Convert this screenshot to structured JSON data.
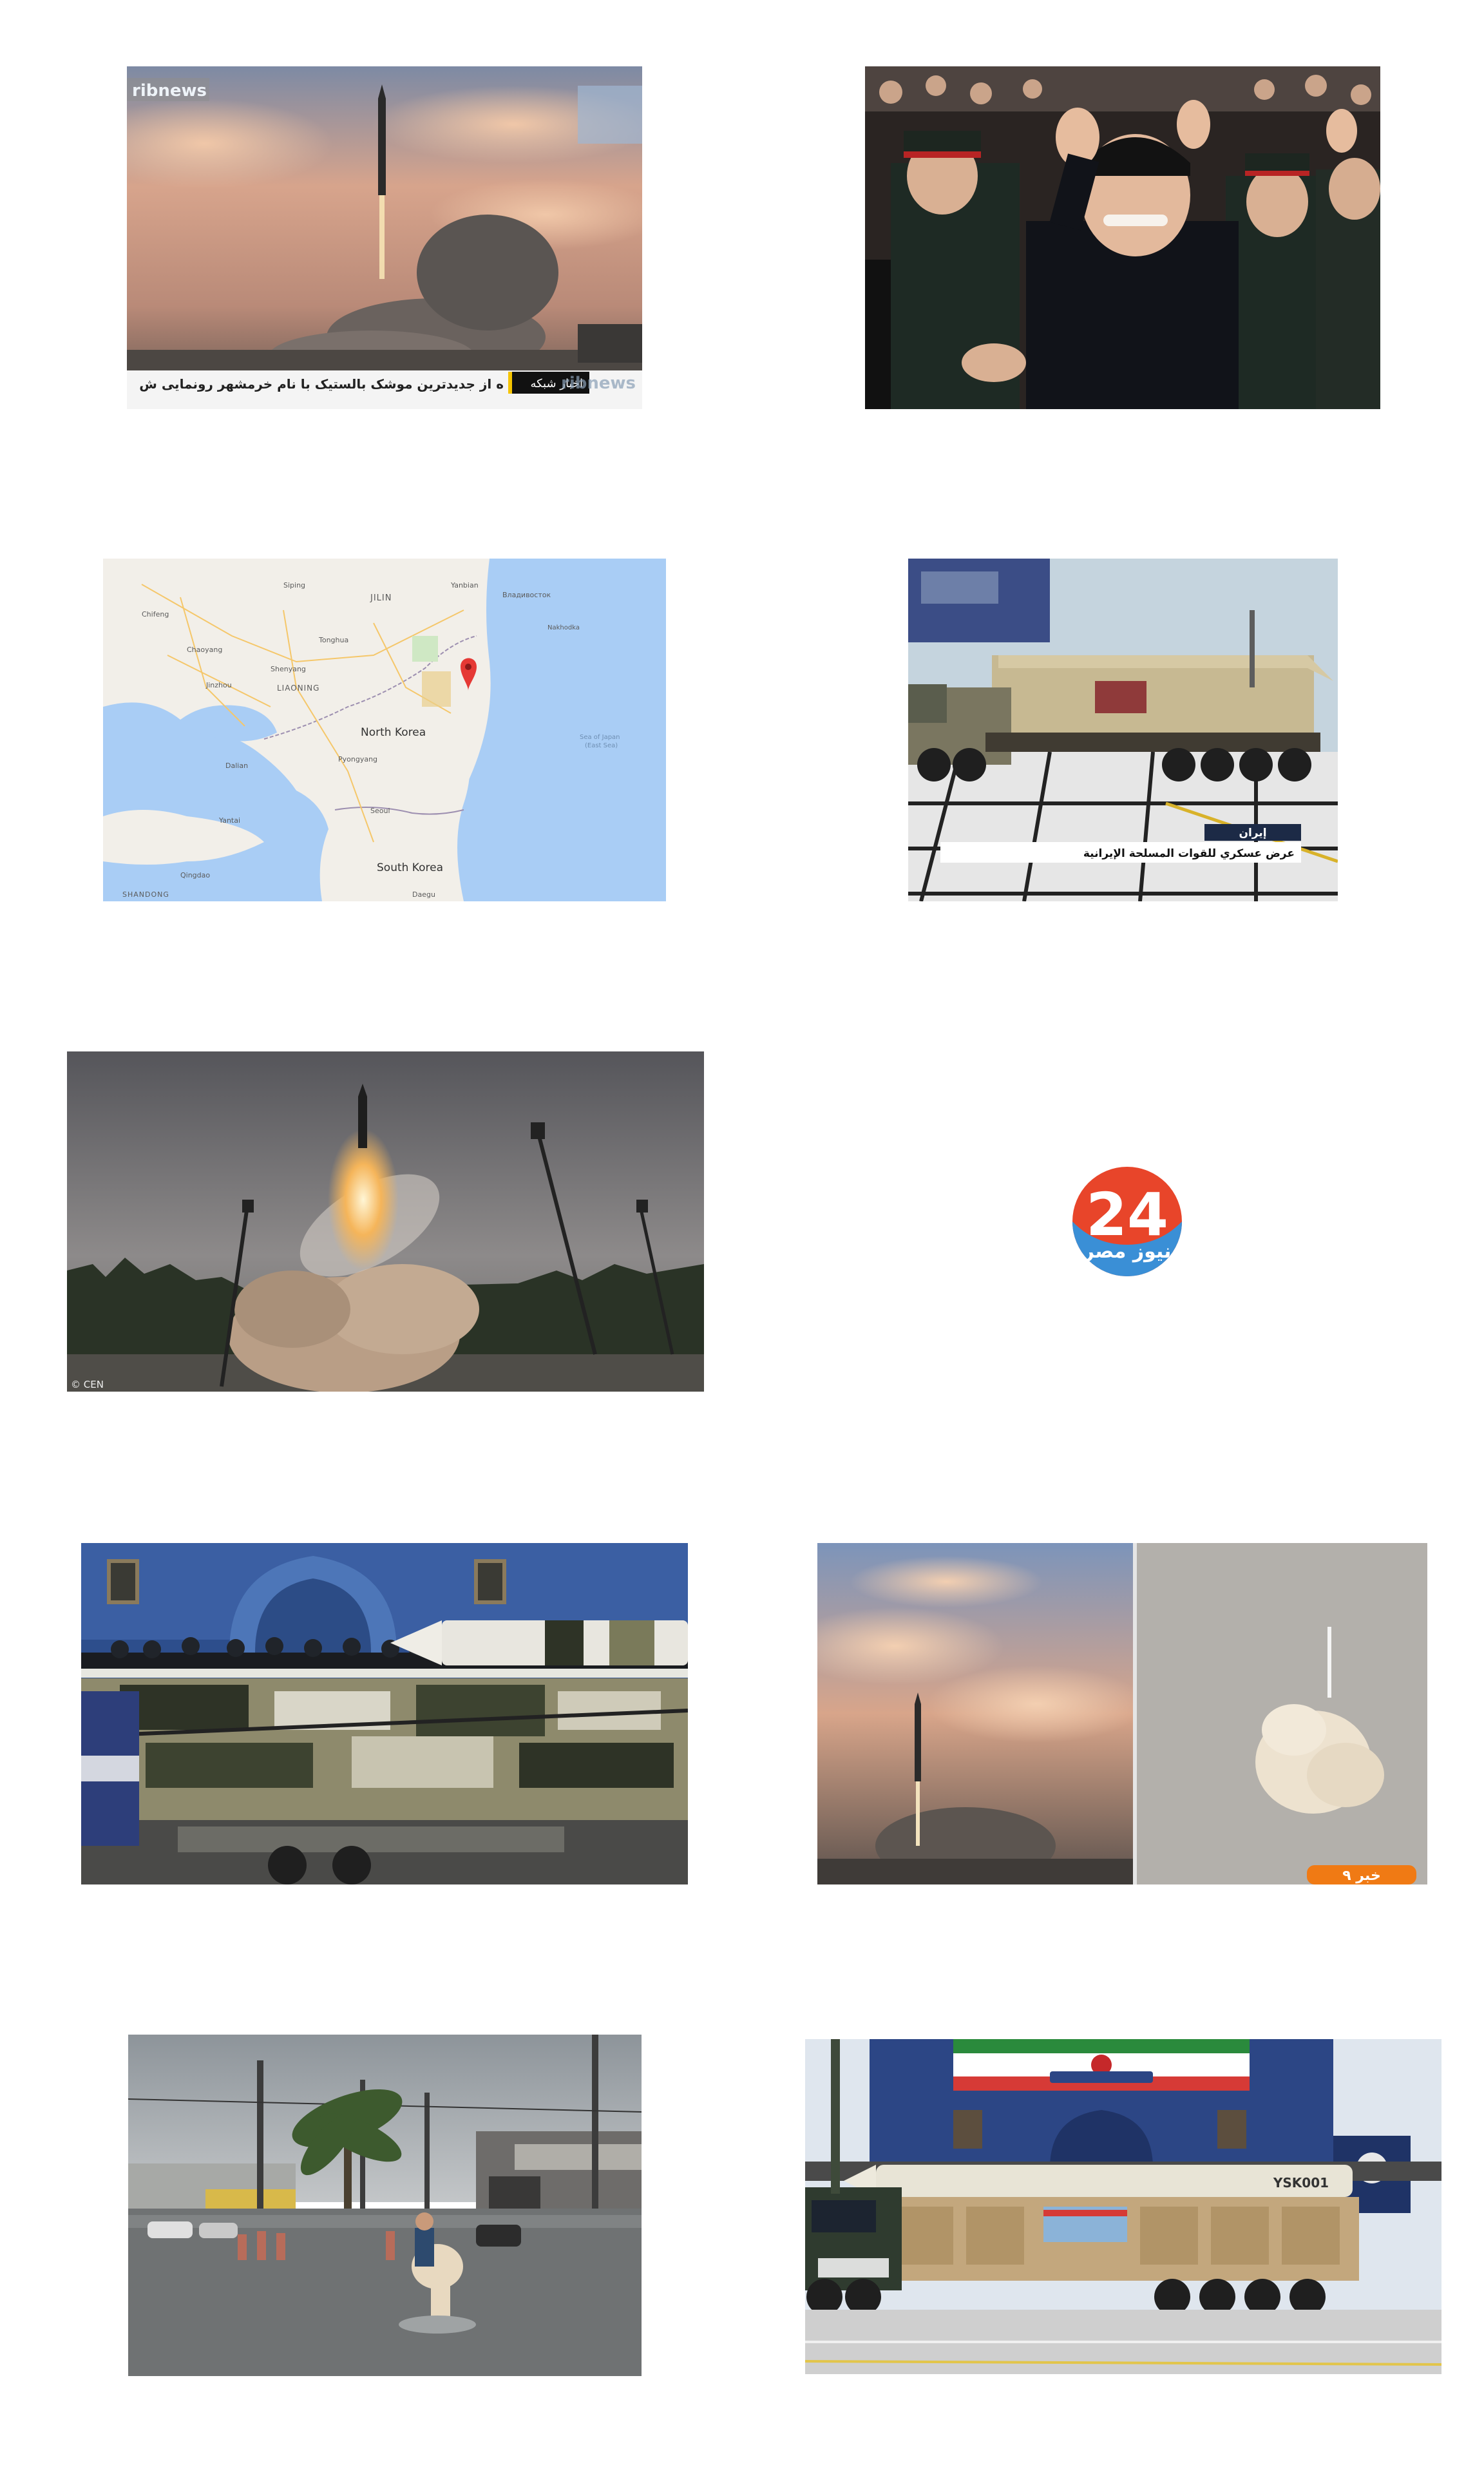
{
  "images": [
    {
      "id": "missile-launch-sunset",
      "watermark": "ribnews",
      "ticker_label": "اخبار شبکه",
      "ticker_text": "ه از جدیدترین موشک بالستیک با نام خرمشهر رونمایی ش",
      "ticker_watermark": "ribnews"
    },
    {
      "id": "leader-crowd"
    },
    {
      "id": "korea-map",
      "labels": {
        "jilin": "JILIN",
        "liaoning": "LIAONING",
        "north_korea": "North Korea",
        "south_korea": "South Korea",
        "pyongyang": "Pyongyang",
        "seoul": "Seoul",
        "daegu": "Daegu",
        "shandong": "SHANDONG",
        "sea_of_japan": "Sea of Japan",
        "east_sea": "(East Sea)",
        "vladivostok": "Владивосток",
        "shenyang": "Shenyang",
        "dalian": "Dalian",
        "qingdao": "Qingdao",
        "yantai": "Yantai",
        "tonghua": "Tonghua",
        "yanbian": "Yanbian",
        "siping": "Siping",
        "chifeng": "Chifeng",
        "chaoyang": "Chaoyang",
        "jinzhou": "Jinzhou",
        "nakhodka": "Nakhodka"
      }
    },
    {
      "id": "parade-truck-news",
      "caption_country": "إيران",
      "caption_text": "عرض عسكري للقوات المسلحة الإيرانية"
    },
    {
      "id": "rocket-launch-forest",
      "watermark": "© CEN"
    },
    {
      "id": "logo-placeholder",
      "logo_number": "24",
      "logo_text": "نيوز مصر"
    },
    {
      "id": "parade-missile-carrier"
    },
    {
      "id": "split-launch",
      "badge": "خبر ۹"
    },
    {
      "id": "flood-horse"
    },
    {
      "id": "parade-khorramshahr",
      "missile_marking": "YSK001"
    }
  ],
  "colors": {
    "background": "#ffffff",
    "logo_red": "#e8452a",
    "logo_blue": "#3a8fd6",
    "map_water": "#a9cdf5",
    "map_land": "#f2efe9",
    "map_pin": "#e53935"
  }
}
